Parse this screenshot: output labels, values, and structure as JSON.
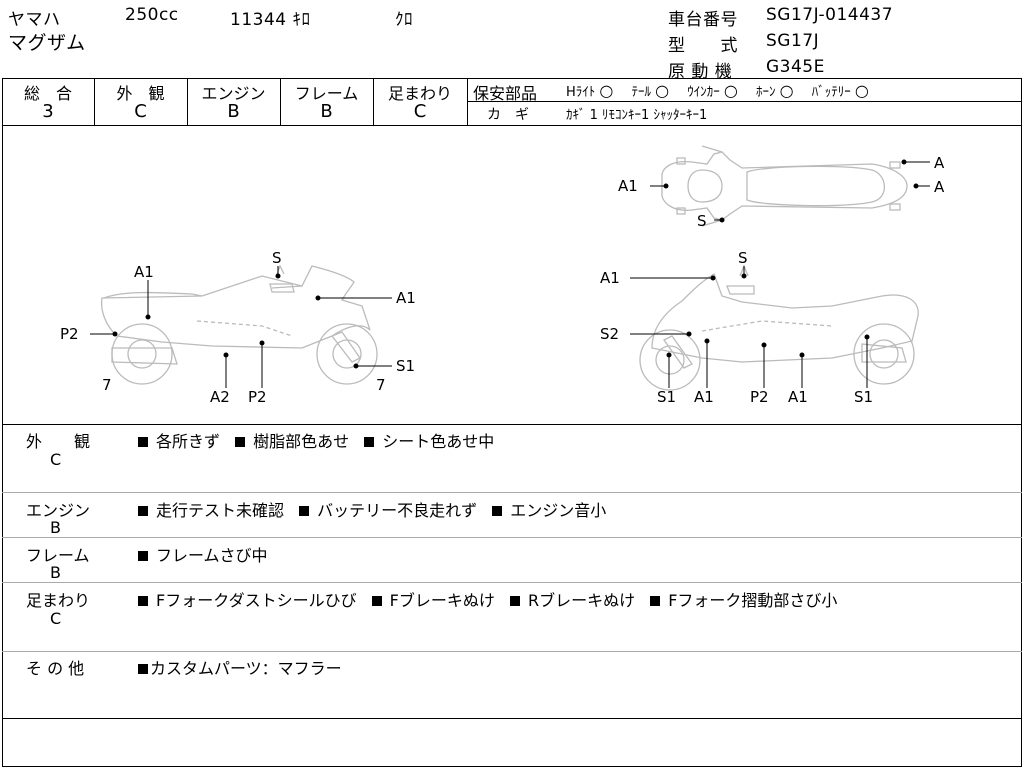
{
  "header": {
    "maker": "ヤマハ",
    "displacement": "250cc",
    "mileage": "11344 ｷﾛ",
    "color": "ｸﾛ",
    "model_name": "マグザム",
    "frame_no_label": "車台番号",
    "frame_no": "SG17J-014437",
    "type_label": "型　　式",
    "type": "SG17J",
    "engine_label": "原 動 機",
    "engine": "G345E"
  },
  "grades": [
    {
      "label": "総　合",
      "value": "3"
    },
    {
      "label": "外　観",
      "value": "C"
    },
    {
      "label": "エンジン",
      "value": "B"
    },
    {
      "label": "フレーム",
      "value": "B"
    },
    {
      "label": "足まわり",
      "value": "C"
    }
  ],
  "safety": {
    "label": "保安部品",
    "items": [
      {
        "label": "Hﾗｲﾄ",
        "mark": "○"
      },
      {
        "label": "ﾃｰﾙ",
        "mark": "○"
      },
      {
        "label": "ｳｲﾝｶｰ",
        "mark": "○"
      },
      {
        "label": "ﾎｰﾝ",
        "mark": "○"
      },
      {
        "label": "ﾊﾞｯﾃﾘｰ",
        "mark": "○"
      }
    ],
    "key_label": "カ　ギ",
    "key_text": "ｶｷﾞ 1  ﾘﾓｺﾝｷｰ1  ｼｬｯﾀｰｷｰ1"
  },
  "diagram_labels": {
    "top_a1": "A1",
    "top_a_upper": "A",
    "top_a_lower": "A",
    "top_s": "S",
    "left_a1_top": "A1",
    "left_s": "S",
    "left_a1_right": "A1",
    "left_p2": "P2",
    "left_s1": "S1",
    "left_7_front": "7",
    "left_7_rear": "7",
    "left_a2_bottom": "A2",
    "left_p2_bottom": "P2",
    "right_a1_top": "A1",
    "right_s": "S",
    "right_s2": "S2",
    "right_s1_left": "S1",
    "right_a1_b1": "A1",
    "right_p2": "P2",
    "right_a1_b2": "A1",
    "right_s1_right": "S1"
  },
  "sections": [
    {
      "label": "外　　観",
      "grade": "C",
      "items": [
        "各所きず",
        "樹脂部色あせ",
        "シート色あせ中"
      ]
    },
    {
      "label": "エンジン",
      "grade": "B",
      "items": [
        "走行テスト未確認",
        "バッテリー不良走れず",
        "エンジン音小"
      ]
    },
    {
      "label": "フレーム",
      "grade": "B",
      "items": [
        "フレームさび中"
      ]
    },
    {
      "label": "足まわり",
      "grade": "C",
      "items": [
        "Fフォークダストシールひび",
        "Fブレーキぬけ",
        "Rブレーキぬけ",
        "Fフォーク摺動部さび小"
      ]
    },
    {
      "label": "そ の 他",
      "grade": "",
      "items": [
        "カスタムパーツ：マフラー"
      ]
    }
  ]
}
